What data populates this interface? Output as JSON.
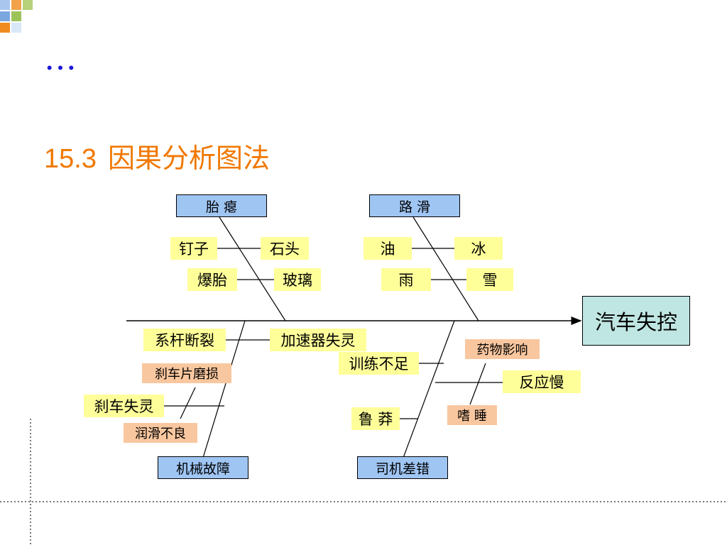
{
  "slide": {
    "title": "…",
    "subtitle_number": "15.3",
    "subtitle_text": "因果分析图法"
  },
  "diagram": {
    "effect": "汽车失控",
    "categories": {
      "tire": "胎 瘪",
      "road": "路 滑",
      "machine": "机械故障",
      "driver": "司机差错"
    },
    "causes": {
      "nail": "钉子",
      "stone": "石头",
      "blowout": "爆胎",
      "glass": "玻璃",
      "oil": "油",
      "ice": "冰",
      "rain": "雨",
      "snow": "雪",
      "tie_rod": "系杆断裂",
      "accel": "加速器失灵",
      "brake_pad": "刹车片磨损",
      "brake_fail": "刹车失灵",
      "lubrication": "润滑不良",
      "training": "训练不足",
      "drug": "药物影响",
      "slow_reaction": "反应慢",
      "reckless": "鲁 莽",
      "sleepy": "嗜 睡"
    }
  }
}
